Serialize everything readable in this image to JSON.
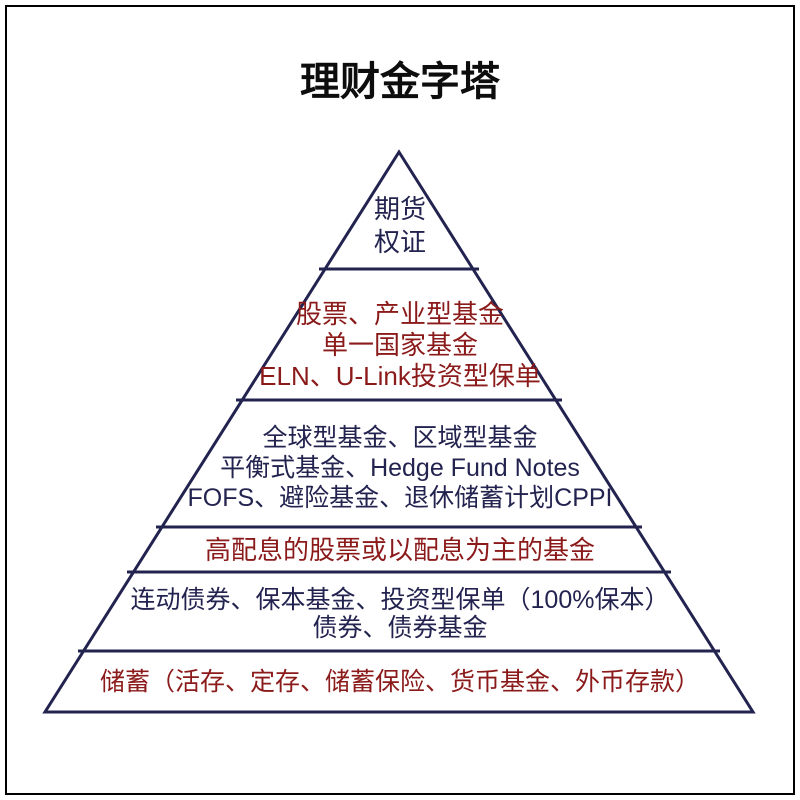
{
  "title": "理财金字塔",
  "colors": {
    "navy": "#232350",
    "red": "#8B1A1A",
    "border": "#000000",
    "background": "#ffffff"
  },
  "pyramid": {
    "levels": [
      {
        "text": "期货\n权证",
        "color": "navy"
      },
      {
        "text": "股票、产业型基金\n单一国家基金\nELN、U-Link投资型保单",
        "color": "red"
      },
      {
        "text": "全球型基金、区域型基金\n平衡式基金、Hedge Fund Notes\nFOFS、避险基金、退休储蓄计划CPPI",
        "color": "navy"
      },
      {
        "text": "高配息的股票或以配息为主的基金",
        "color": "red"
      },
      {
        "text": "连动债券、保本基金、投资型保单（100%保本）\n债券、债券基金",
        "color": "navy"
      },
      {
        "text": "储蓄（活存、定存、储蓄保险、货币基金、外币存款）",
        "color": "red"
      }
    ]
  }
}
